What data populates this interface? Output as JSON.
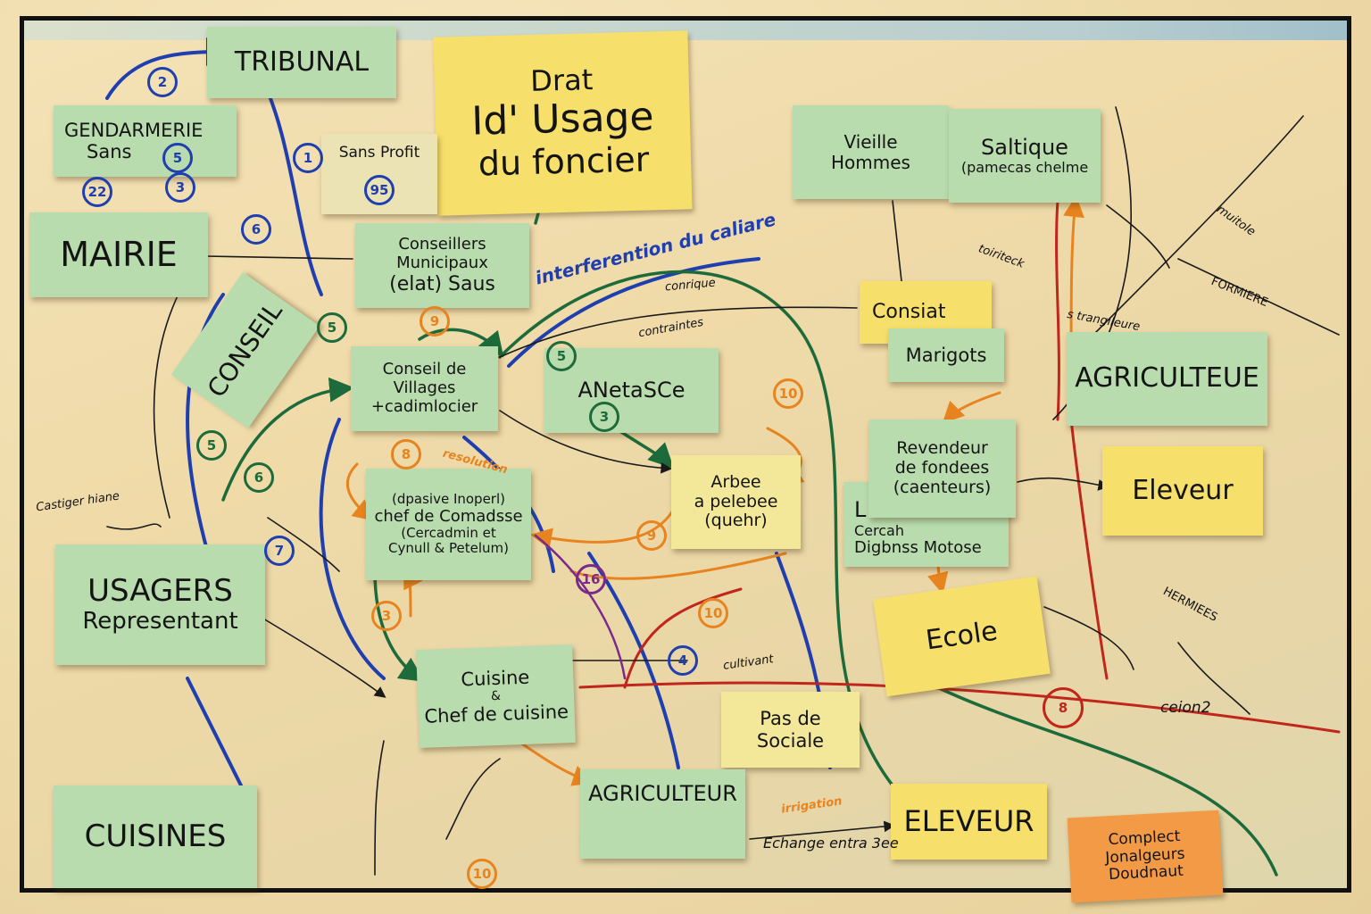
{
  "notes": {
    "tribunal": "TRIBUNAL",
    "title_1": "Drat",
    "title_2": "Id' Usage",
    "title_3": "du foncier",
    "gendarmerie_1": "GENDARMERIE",
    "gendarmerie_2": "Sans",
    "sans_profit": "Sans Profit",
    "mairie": "MAIRIE",
    "conseillers_1": "Conseillers Municipaux",
    "conseillers_2": "(elat) Saus",
    "conseil": "CONSEIL",
    "conseil_villages_1": "Conseil de",
    "conseil_villages_2": "Villages",
    "conseil_villages_3": "+cadimlocier",
    "anetasce": "ANetaSCe",
    "arbee_1": "Arbee",
    "arbee_2": "a pelebee",
    "arbee_3": "(quehr)",
    "chef_1": "(dpasive Inoperl)",
    "chef_2": "chef de Comadsse",
    "chef_3": "(Cercadmin et",
    "chef_4": "Cynull & Petelum)",
    "usagers_1": "USAGERS",
    "usagers_2": "Representant",
    "cuisine_1": "Cuisine",
    "cuisine_2": "&",
    "cuisine_3": "Chef de cuisine",
    "pas_sociale_1": "Pas de",
    "pas_sociale_2": "Sociale",
    "agriculteur_bottom": "AGRICULTEUR",
    "cuisines": "CUISINES",
    "eleveur_bottom": "ELEVEUR",
    "complect_1": "Complect",
    "complect_2": "Jonalgeurs",
    "complect_3": "Doudnaut",
    "ecole": "Ecole",
    "vieille_1": "Vieille",
    "vieille_2": "Hommes",
    "saltique_1": "Saltique",
    "saltique_2": "(pamecas chelme",
    "consiat": "Consiat",
    "marigots": "Marigots",
    "agriculteue": "AGRICULTEUE",
    "revendeur_1": "Revendeur",
    "revendeur_2": "de fondees",
    "revendeur_3": "(caenteurs)",
    "cercah_1": "L",
    "cercah_2": "Cercah",
    "cercah_3": "Digbnss Motose",
    "eleveur_right": "Eleveur"
  },
  "numbers": [
    "2",
    "5",
    "3",
    "22",
    "1",
    "95",
    "6",
    "5",
    "9",
    "5",
    "3",
    "10",
    "8",
    "5",
    "6",
    "7",
    "9",
    "16",
    "3",
    "10",
    "4",
    "10",
    "8"
  ],
  "labels": {
    "interference": "interferention du caliare",
    "castiger": "Castiger hiane",
    "formiere": "FORMIERE",
    "hermiees": "HERMIEES",
    "ceion": "ceion2",
    "echange": "Echange entra 3ee",
    "conrique": "conrique",
    "contraintes": "contraintes",
    "toiriteck": "toiriteck",
    "muitole": "muitole",
    "resolution": "resolution",
    "irrigation": "irrigation",
    "cultivant": "cultivant",
    "strangileure": "s trangileure"
  },
  "colors": {
    "green_note": "#b9dcae",
    "yellow_note": "#f6df6a",
    "orange_note": "#f29a46",
    "blue_ink": "#1f3fb0",
    "orange_ink": "#e8841f",
    "green_ink": "#1d6b3a",
    "red_ink": "#c0261c"
  }
}
